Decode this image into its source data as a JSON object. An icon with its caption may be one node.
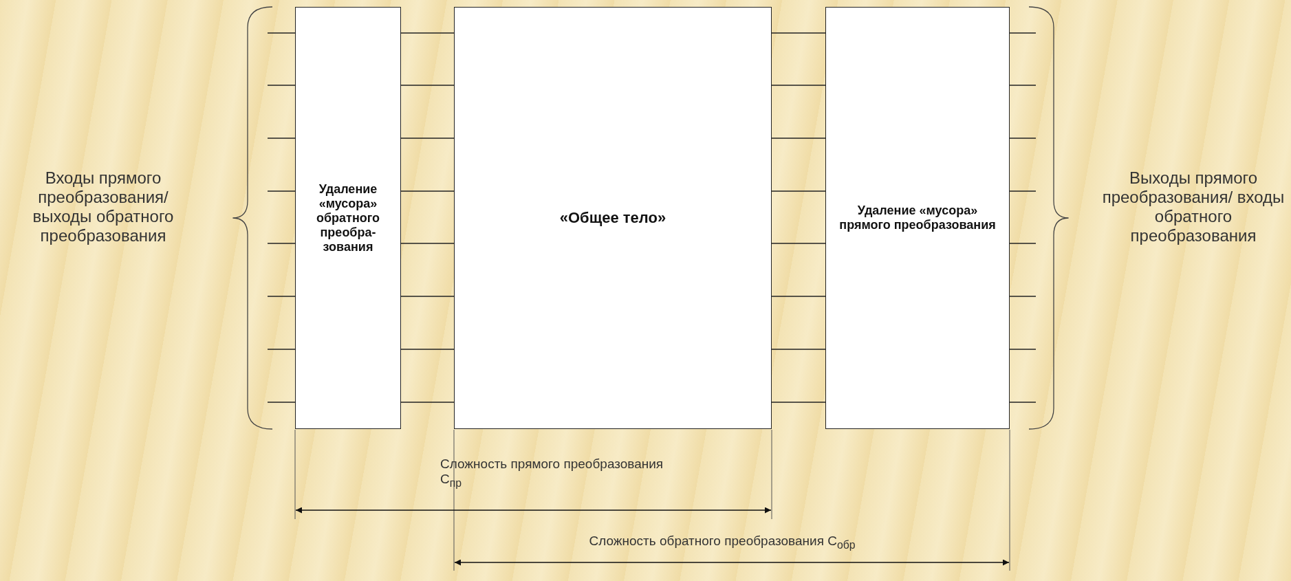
{
  "diagram": {
    "nodes": [
      {
        "text": [
          "Удаление «мусора» обратного преобра-зования"
        ]
      },
      {
        "text": [
          "«Общее тело»"
        ]
      },
      {
        "text": [
          "Удаление «мусора» прямого преобразования"
        ]
      }
    ],
    "edges": [
      {
        "from": null,
        "to": 0,
        "arrow": "none"
      },
      {
        "from": null,
        "to": 0,
        "arrow": "none"
      },
      {
        "from": null,
        "to": 0,
        "arrow": "none"
      },
      {
        "from": null,
        "to": 0,
        "arrow": "none"
      },
      {
        "from": null,
        "to": 0,
        "arrow": "none"
      },
      {
        "from": null,
        "to": 0,
        "arrow": "none"
      },
      {
        "from": null,
        "to": 0,
        "arrow": "none"
      },
      {
        "from": null,
        "to": 0,
        "arrow": "none"
      },
      {
        "from": 0,
        "to": 1,
        "arrow": "none"
      },
      {
        "from": 0,
        "to": 1,
        "arrow": "none"
      },
      {
        "from": 0,
        "to": 1,
        "arrow": "none"
      },
      {
        "from": 0,
        "to": 1,
        "arrow": "none"
      },
      {
        "from": 0,
        "to": 1,
        "arrow": "none"
      },
      {
        "from": 0,
        "to": 1,
        "arrow": "none"
      },
      {
        "from": 0,
        "to": 1,
        "arrow": "none"
      },
      {
        "from": 0,
        "to": 1,
        "arrow": "none"
      },
      {
        "from": 1,
        "to": 2,
        "arrow": "none"
      },
      {
        "from": 1,
        "to": 2,
        "arrow": "none"
      },
      {
        "from": 1,
        "to": 2,
        "arrow": "none"
      },
      {
        "from": 1,
        "to": 2,
        "arrow": "none"
      },
      {
        "from": 1,
        "to": 2,
        "arrow": "none"
      },
      {
        "from": 1,
        "to": 2,
        "arrow": "none"
      },
      {
        "from": 1,
        "to": 2,
        "arrow": "none"
      },
      {
        "from": 1,
        "to": 2,
        "arrow": "none"
      },
      {
        "from": 2,
        "to": null,
        "arrow": "none"
      },
      {
        "from": 2,
        "to": null,
        "arrow": "none"
      },
      {
        "from": 2,
        "to": null,
        "arrow": "none"
      },
      {
        "from": 2,
        "to": null,
        "arrow": "none"
      },
      {
        "from": 2,
        "to": null,
        "arrow": "none"
      },
      {
        "from": 2,
        "to": null,
        "arrow": "none"
      },
      {
        "from": 2,
        "to": null,
        "arrow": "none"
      },
      {
        "from": 2,
        "to": null,
        "arrow": "none"
      }
    ],
    "labels": [
      "Входы прямого преобразования/ выходы обратного преобразования",
      "Выходы прямого преобразования/ входы обратного преобразования",
      "Сложность прямого преобразования C$_{пр}$",
      "Сложность обратного преобразования C$_{обр}$"
    ]
  }
}
